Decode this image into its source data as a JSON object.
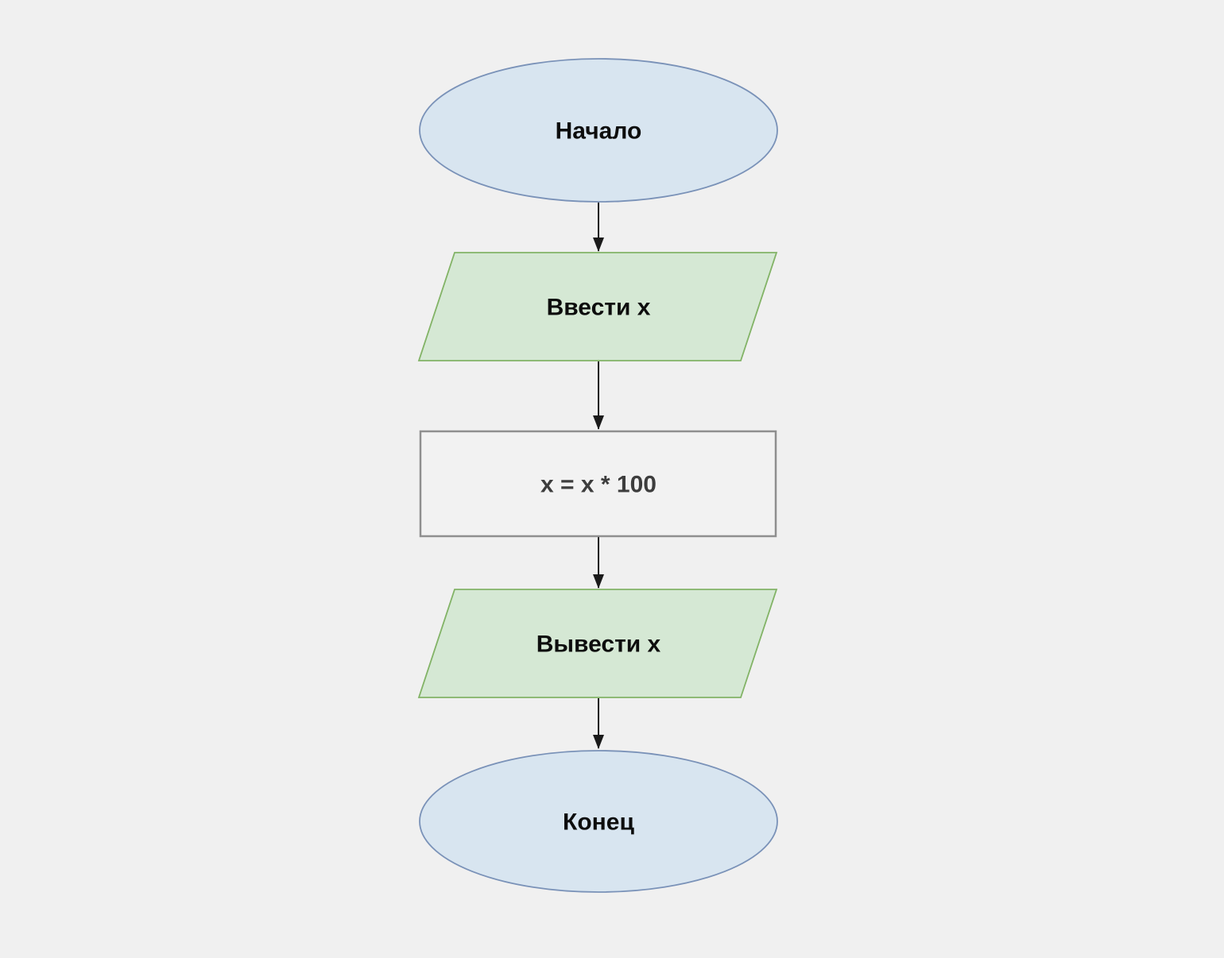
{
  "diagram": {
    "background_color": "#f0f0f0",
    "arrow_color": "#1a1a1a",
    "nodes": [
      {
        "id": "start",
        "type": "terminator",
        "shape": "ellipse",
        "label": "Начало",
        "fill": "#d8e5f0",
        "stroke": "#7a92b8",
        "text_color": "#0d0d0d"
      },
      {
        "id": "input-x",
        "type": "input-output",
        "shape": "parallelogram",
        "label": "Ввести x",
        "fill": "#d5e8d4",
        "stroke": "#82b366",
        "text_color": "#0d0d0d"
      },
      {
        "id": "process",
        "type": "process",
        "shape": "rectangle",
        "label": "x = x * 100",
        "fill": "#f2f2f2",
        "stroke": "#8f8f8f",
        "text_color": "#3d3d3d"
      },
      {
        "id": "output-x",
        "type": "input-output",
        "shape": "parallelogram",
        "label": "Вывести x",
        "fill": "#d5e8d4",
        "stroke": "#82b366",
        "text_color": "#0d0d0d"
      },
      {
        "id": "end",
        "type": "terminator",
        "shape": "ellipse",
        "label": "Конец",
        "fill": "#d8e5f0",
        "stroke": "#7a92b8",
        "text_color": "#0d0d0d"
      }
    ],
    "edges": [
      {
        "from": "start",
        "to": "input-x"
      },
      {
        "from": "input-x",
        "to": "process"
      },
      {
        "from": "process",
        "to": "output-x"
      },
      {
        "from": "output-x",
        "to": "end"
      }
    ]
  }
}
